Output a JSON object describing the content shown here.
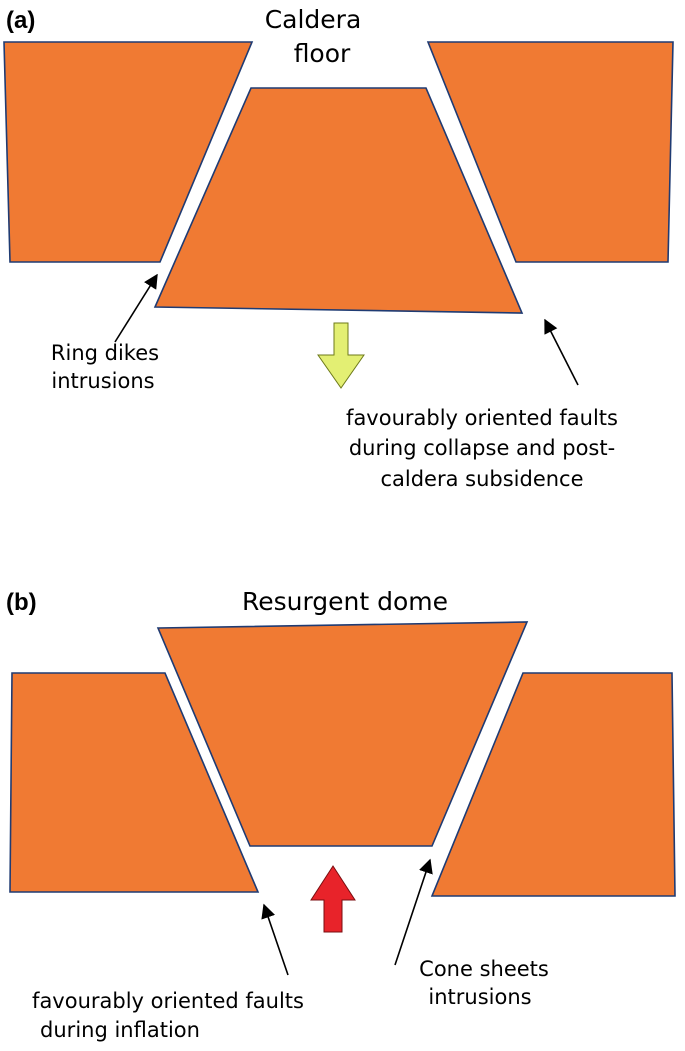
{
  "colors": {
    "block_fill": "#f07a33",
    "block_outline": "#1f3b73",
    "subsidence_arrow": "#e3ef73",
    "inflation_arrow": "#e8232a"
  },
  "panel_a": {
    "label": "(a)",
    "title_line1": "Caldera",
    "title_line2": "floor",
    "ring_dikes_line1": "Ring dikes",
    "ring_dikes_line2": "intrusions",
    "faults_line1": "favourably oriented faults",
    "faults_line2": "during collapse and post-",
    "faults_line3": "caldera subsidence",
    "motion": "subsidence (down arrow)"
  },
  "panel_b": {
    "label": "(b)",
    "title": "Resurgent dome",
    "faults_line1": "favourably oriented faults",
    "faults_line2": "during inflation",
    "cone_line1": "Cone sheets",
    "cone_line2": "intrusions",
    "motion": "inflation (up arrow)"
  }
}
